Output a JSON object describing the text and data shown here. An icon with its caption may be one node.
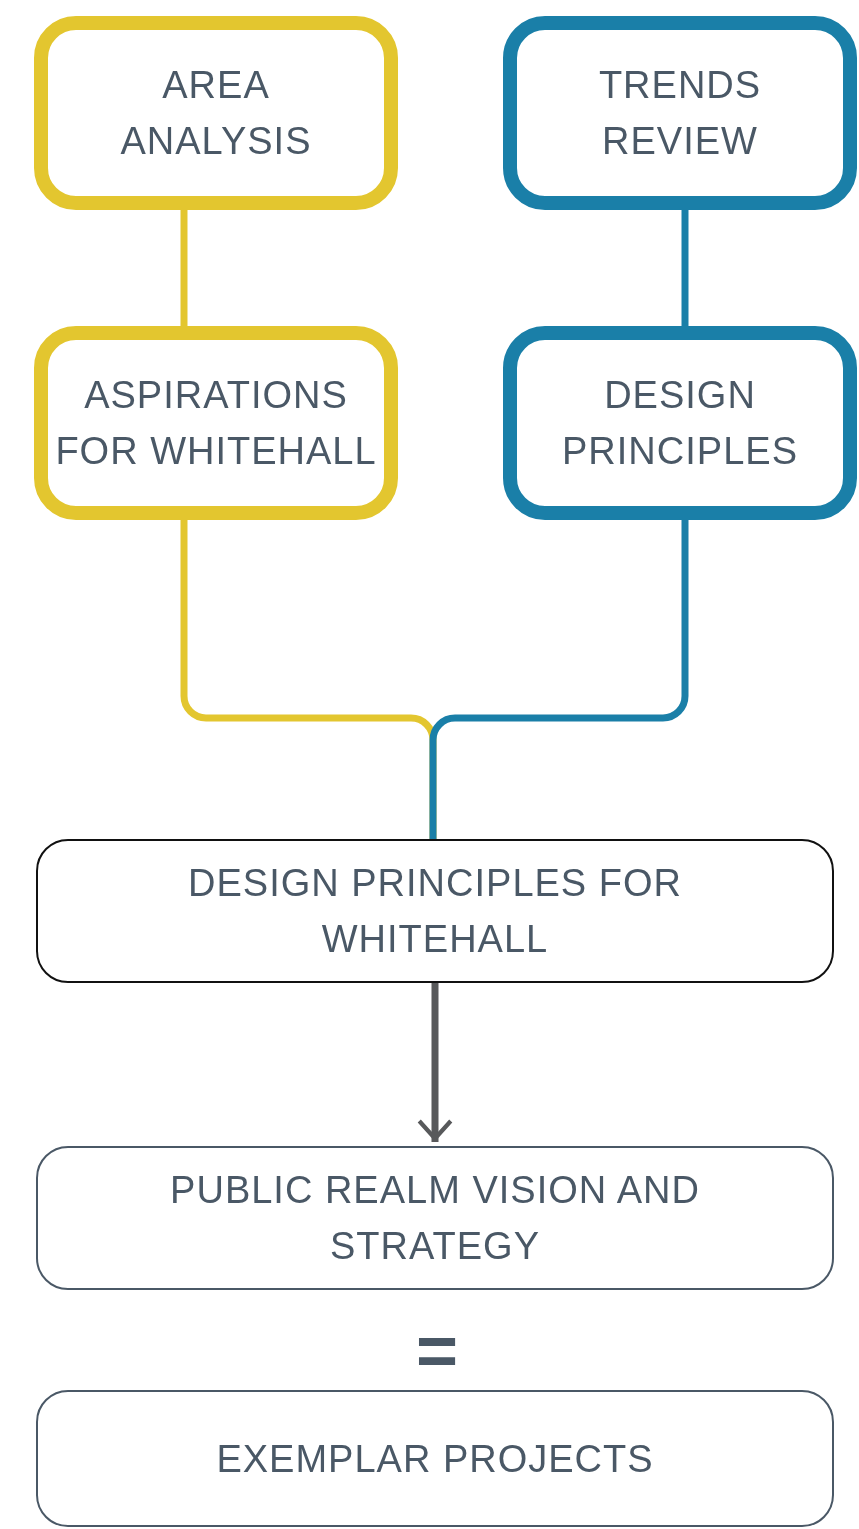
{
  "diagram": {
    "nodes": [
      {
        "text": [
          "AREA ANALYSIS"
        ]
      },
      {
        "text": [
          "TRENDS REVIEW"
        ]
      },
      {
        "text": [
          "ASPIRATIONS FOR WHITEHALL"
        ]
      },
      {
        "text": [
          "DESIGN PRINCIPLES"
        ]
      },
      {
        "text": [
          "DESIGN PRINCIPLES FOR WHITEHALL"
        ]
      },
      {
        "text": [
          "PUBLIC REALM VISION AND STRATEGY"
        ]
      },
      {
        "text": [
          "EXEMPLAR PROJECTS"
        ]
      }
    ],
    "edges": [
      {
        "from": 0,
        "to": 2,
        "arrow": "none",
        "color": "#e3c62f"
      },
      {
        "from": 1,
        "to": 3,
        "arrow": "none",
        "color": "#1a7fa8"
      },
      {
        "from": 2,
        "to": 4,
        "arrow": "none",
        "color": "#e3c62f"
      },
      {
        "from": 3,
        "to": 4,
        "arrow": "none",
        "color": "#1a7fa8"
      },
      {
        "from": 4,
        "to": 5,
        "arrow": "to",
        "color": "#58595b"
      }
    ],
    "labels": [
      "="
    ]
  }
}
